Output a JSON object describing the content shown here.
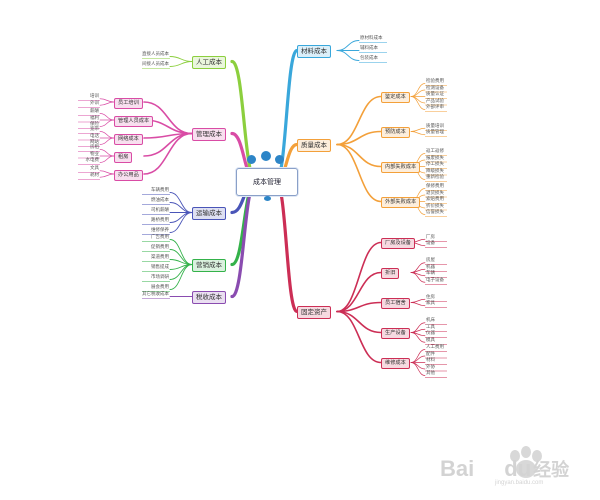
{
  "central": {
    "label": "成本管理"
  },
  "branches": [
    {
      "id": "labor",
      "label": "人工成本",
      "color": "#8ccf3e",
      "leaves": [
        "直接人员成本",
        "间接人员成本"
      ]
    },
    {
      "id": "materials",
      "label": "材料成本",
      "color": "#39a7db",
      "leaves": [
        "原材料成本",
        "辅料成本",
        "包装成本"
      ]
    },
    {
      "id": "mgmt",
      "label": "管理成本",
      "color": "#d94ca5",
      "subs": [
        {
          "label": "员工培训",
          "leaves": [
            "培训",
            "外训"
          ]
        },
        {
          "label": "管理人员成本",
          "leaves": [
            "薪酬",
            "福利",
            "保险"
          ]
        },
        {
          "label": "网络成本",
          "leaves": [
            "宽带",
            "电话",
            "网站"
          ]
        },
        {
          "label": "租房",
          "leaves": [
            "房租",
            "物业",
            "水电费"
          ]
        },
        {
          "label": "办公用品",
          "leaves": [
            "文具",
            "耗材"
          ]
        }
      ]
    },
    {
      "id": "quality",
      "label": "质量成本",
      "color": "#f3a03a",
      "subs": [
        {
          "label": "鉴定成本",
          "leaves": [
            "检验费用",
            "检测设备",
            "质量认证",
            "产品试验",
            "外部评审"
          ]
        },
        {
          "label": "预防成本",
          "leaves": [
            "质量培训",
            "质量管理"
          ]
        },
        {
          "label": "内部失败成本",
          "leaves": [
            "返工返修",
            "报废损失",
            "停工损失",
            "降级损失",
            "重新检验"
          ]
        },
        {
          "label": "外部失败成本",
          "leaves": [
            "保修费用",
            "退货损失",
            "索赔费用",
            "折价损失",
            "信誉损失"
          ]
        }
      ]
    },
    {
      "id": "transport",
      "label": "运输成本",
      "color": "#4a55b8",
      "leaves": [
        "车辆费用",
        "燃油成本",
        "司机薪酬",
        "路桥费用",
        "维修保养"
      ]
    },
    {
      "id": "sales",
      "label": "营销成本",
      "color": "#34b24a",
      "leaves": [
        "广告费用",
        "促销费用",
        "渠道费用",
        "销售提成",
        "市场调研",
        "展会费用"
      ]
    },
    {
      "id": "agency",
      "label": "税收成本",
      "color": "#8a4cb0",
      "leaves": [
        "其它税收成本"
      ]
    },
    {
      "id": "assets",
      "label": "固定资产",
      "color": "#cc2e55",
      "subs": [
        {
          "label": "厂房及设备",
          "leaves": [
            "厂房",
            "设备"
          ]
        },
        {
          "label": "折旧",
          "leaves": [
            "房屋",
            "机器",
            "车辆",
            "电子设备"
          ]
        },
        {
          "label": "员工宿舍",
          "leaves": [
            "住房",
            "家具"
          ]
        },
        {
          "label": "生产设备",
          "leaves": [
            "机床",
            "工具",
            "仪器",
            "模具"
          ]
        },
        {
          "label": "维修成本",
          "leaves": [
            "人工费用",
            "配件",
            "材料",
            "外协",
            "其他"
          ]
        }
      ]
    }
  ],
  "watermark": {
    "brand": "Bai",
    "brand_tail": "du",
    "suffix": "经验",
    "url": "jingyan.baidu.com"
  }
}
